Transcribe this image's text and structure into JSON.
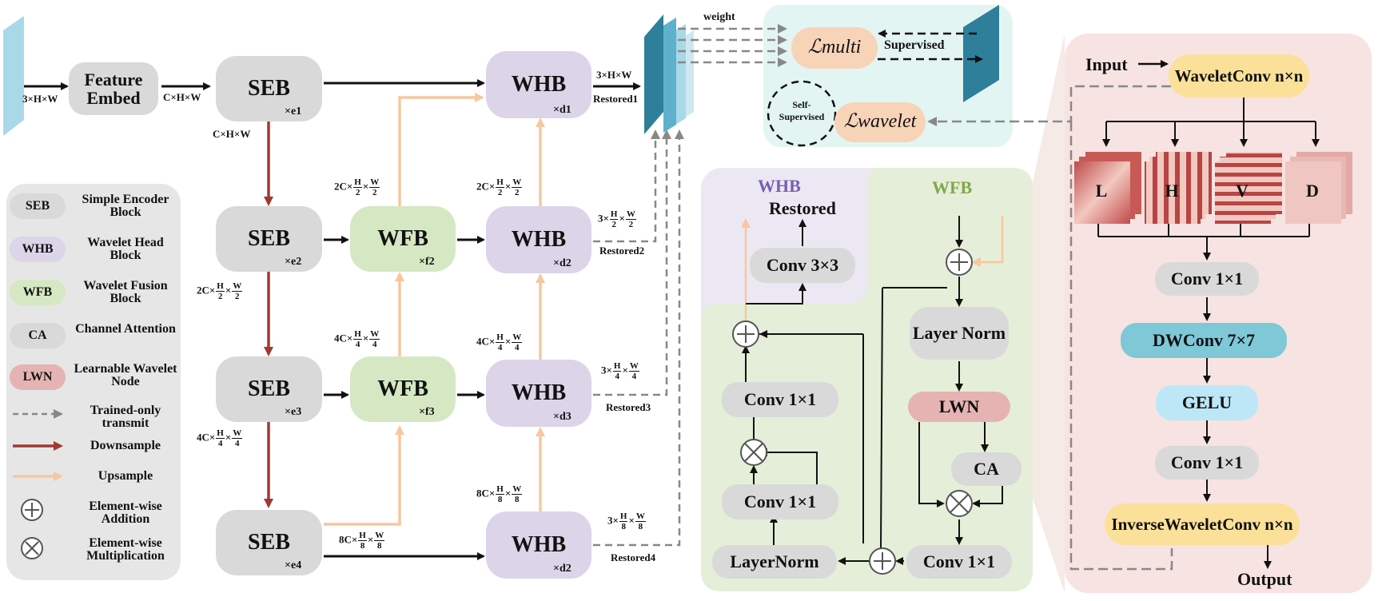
{
  "input_label": "3×H×W",
  "feature_embed": "Feature Embed",
  "dim_c": "C×H×W",
  "dim_c_down": "C×H×W",
  "seb": {
    "label": "SEB",
    "reps": [
      "×e1",
      "×e2",
      "×e3",
      "×e4"
    ]
  },
  "whb": {
    "label": "WHB",
    "reps": [
      "×d1",
      "×d2",
      "×d3",
      "×d2"
    ]
  },
  "wfb": {
    "label": "WFB",
    "reps": [
      "×f2",
      "×f3"
    ]
  },
  "dims": {
    "d2c_h2": {
      "c": "2C×",
      "n1": "H",
      "d1": "2",
      "n2": "W",
      "d2": "2"
    },
    "d4c_h4": {
      "c": "4C×",
      "n1": "H",
      "d1": "4",
      "n2": "W",
      "d2": "4"
    },
    "d8c_h8": {
      "c": "8C×",
      "n1": "H",
      "d1": "8",
      "n2": "W",
      "d2": "8"
    },
    "r2": {
      "c": "3×",
      "n1": "H",
      "d1": "2",
      "n2": "W",
      "d2": "2"
    },
    "r3": {
      "c": "3×",
      "n1": "H",
      "d1": "4",
      "n2": "W",
      "d2": "4"
    },
    "r4": {
      "c": "3×",
      "n1": "H",
      "d1": "8",
      "n2": "W",
      "d2": "8"
    }
  },
  "restored": {
    "r1_dim": "3×H×W",
    "r1": "Restored1",
    "r2": "Restored2",
    "r3": "Restored3",
    "r4": "Restored4"
  },
  "loss": {
    "weight": "weight",
    "supervised": "Supervised",
    "self_supervised": "Self-Supervised",
    "multi": "ℒmulti",
    "wavelet": "ℒwavelet"
  },
  "legend": [
    {
      "key": "SEB",
      "text": "Simple Encoder Block",
      "color": "#d9d9d9"
    },
    {
      "key": "WHB",
      "text": "Wavelet Head Block",
      "color": "#dcd4e8"
    },
    {
      "key": "WFB",
      "text": "Wavelet Fusion Block",
      "color": "#d5e8c3"
    },
    {
      "key": "CA",
      "text": "Channel Attention",
      "color": "#d9d9d9"
    },
    {
      "key": "LWN",
      "text": "Learnable Wavelet Node",
      "color": "#e6b3b3"
    },
    {
      "key": "",
      "text": "Trained-only transmit"
    },
    {
      "key": "",
      "text": "Downsample"
    },
    {
      "key": "",
      "text": "Upsample"
    },
    {
      "key": "",
      "text": "Element-wise Addition"
    },
    {
      "key": "",
      "text": "Element-wise Multiplication"
    }
  ],
  "detail": {
    "whb_title": "WHB",
    "wfb_title": "WFB",
    "restored": "Restored",
    "conv33": "Conv 3×3",
    "conv11a": "Conv 1×1",
    "conv11b": "Conv 1×1",
    "layernorm": "LayerNorm",
    "layer_norm": "Layer Norm",
    "lwn": "LWN",
    "ca": "CA",
    "conv11c": "Conv 1×1"
  },
  "wavelet": {
    "input": "Input",
    "output": "Output",
    "waveletconv": "WaveletConv n×n",
    "bands": [
      "L",
      "H",
      "V",
      "D"
    ],
    "conv11a": "Conv 1×1",
    "dwconv": "DWConv 7×7",
    "gelu": "GELU",
    "conv11b": "Conv 1×1",
    "inverse": "InverseWaveletConv n×n"
  },
  "colors": {
    "down": "#9e3a33",
    "up": "#f7c7a0",
    "dash": "#888888",
    "teal": "#2e7f9a"
  }
}
